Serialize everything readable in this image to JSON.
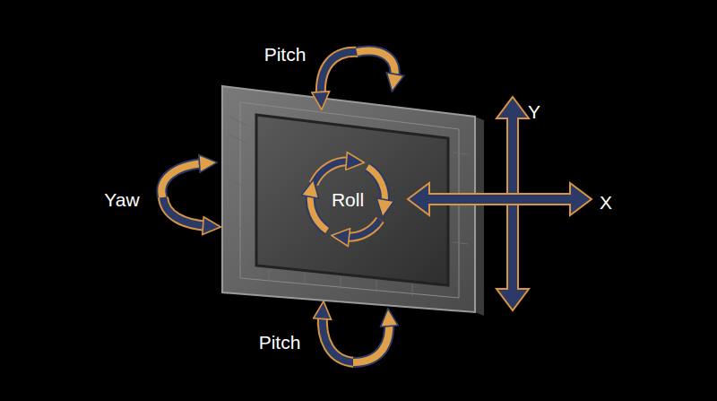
{
  "diagram": {
    "labels": [
      "Pitch",
      "Yaw",
      "Roll",
      "Y",
      "X",
      "Pitch"
    ]
  }
}
